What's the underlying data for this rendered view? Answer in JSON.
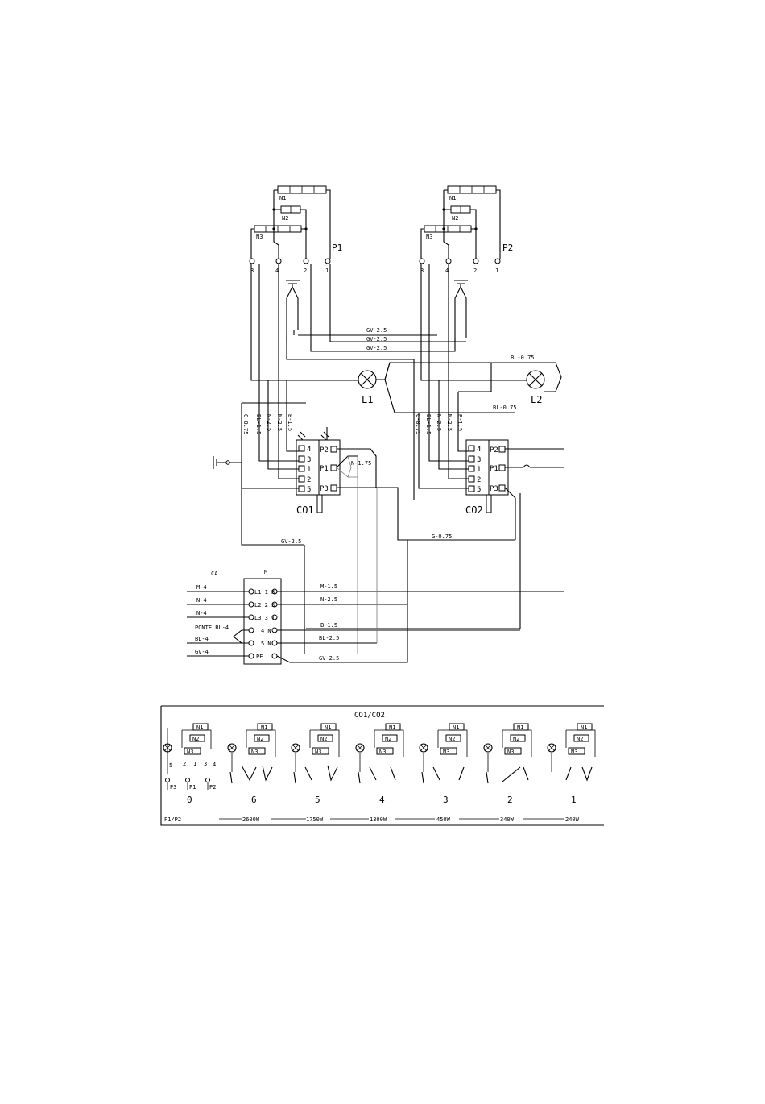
{
  "switch1": {
    "label": "P1",
    "elements": [
      "N1",
      "N2",
      "N3"
    ],
    "contacts": [
      "3",
      "4",
      "2",
      "1"
    ]
  },
  "switch2": {
    "label": "P2",
    "elements": [
      "N1",
      "N2",
      "N3"
    ],
    "contacts": [
      "3",
      "4",
      "2",
      "1"
    ]
  },
  "lamps": [
    "L1",
    "L2"
  ],
  "wires_top": [
    "GV-2.5",
    "GV-2.5",
    "GV-2.5",
    "BL-0.75",
    "BL-0.75"
  ],
  "co1": {
    "label": "CO1",
    "left_terms": [
      "4",
      "3",
      "1",
      "2",
      "5"
    ],
    "right_terms": [
      "P2",
      "P1",
      "P3"
    ],
    "wire_labels": [
      "G-0.75",
      "BL-1.5",
      "N-2.5",
      "M-2.5",
      "B-1.5"
    ],
    "side_label": "N-1.75"
  },
  "co2": {
    "label": "CO2",
    "left_terms": [
      "4",
      "3",
      "1",
      "2",
      "5"
    ],
    "right_terms": [
      "P2",
      "P1",
      "P3"
    ],
    "wire_labels": [
      "G-0.75",
      "BL-1.5",
      "N-2.5",
      "M-2.5",
      "B-1.5"
    ]
  },
  "mid_wires": [
    "G-0.75",
    "GV-2.5"
  ],
  "terminal_block": {
    "header_left": "CA",
    "header_right": "M",
    "inputs": [
      "M-4",
      "N-4",
      "N-4",
      "PONTE BL-4",
      "BL-4",
      "GV-4"
    ],
    "rows": [
      "L1 1 R",
      "L2 2 S",
      "L3 3 T",
      "4 N",
      "5 N",
      "PE"
    ],
    "outputs": [
      "M-1.5",
      "N-2.5",
      "B-1.5",
      "BL-2.5",
      "GV-2.5"
    ]
  },
  "legend": {
    "title": "CO1/CO2",
    "elements": [
      "N1",
      "N2",
      "N3"
    ],
    "contact_numbers": [
      "5",
      "2",
      "1",
      "3",
      "4"
    ],
    "switch_labels": [
      "P3",
      "P1",
      "P2"
    ],
    "positions": [
      "0",
      "6",
      "5",
      "4",
      "3",
      "2",
      "1"
    ],
    "footer_label": "P1/P2",
    "powers": [
      "2600W",
      "1750W",
      "1300W",
      "450W",
      "340W",
      "240W"
    ]
  }
}
